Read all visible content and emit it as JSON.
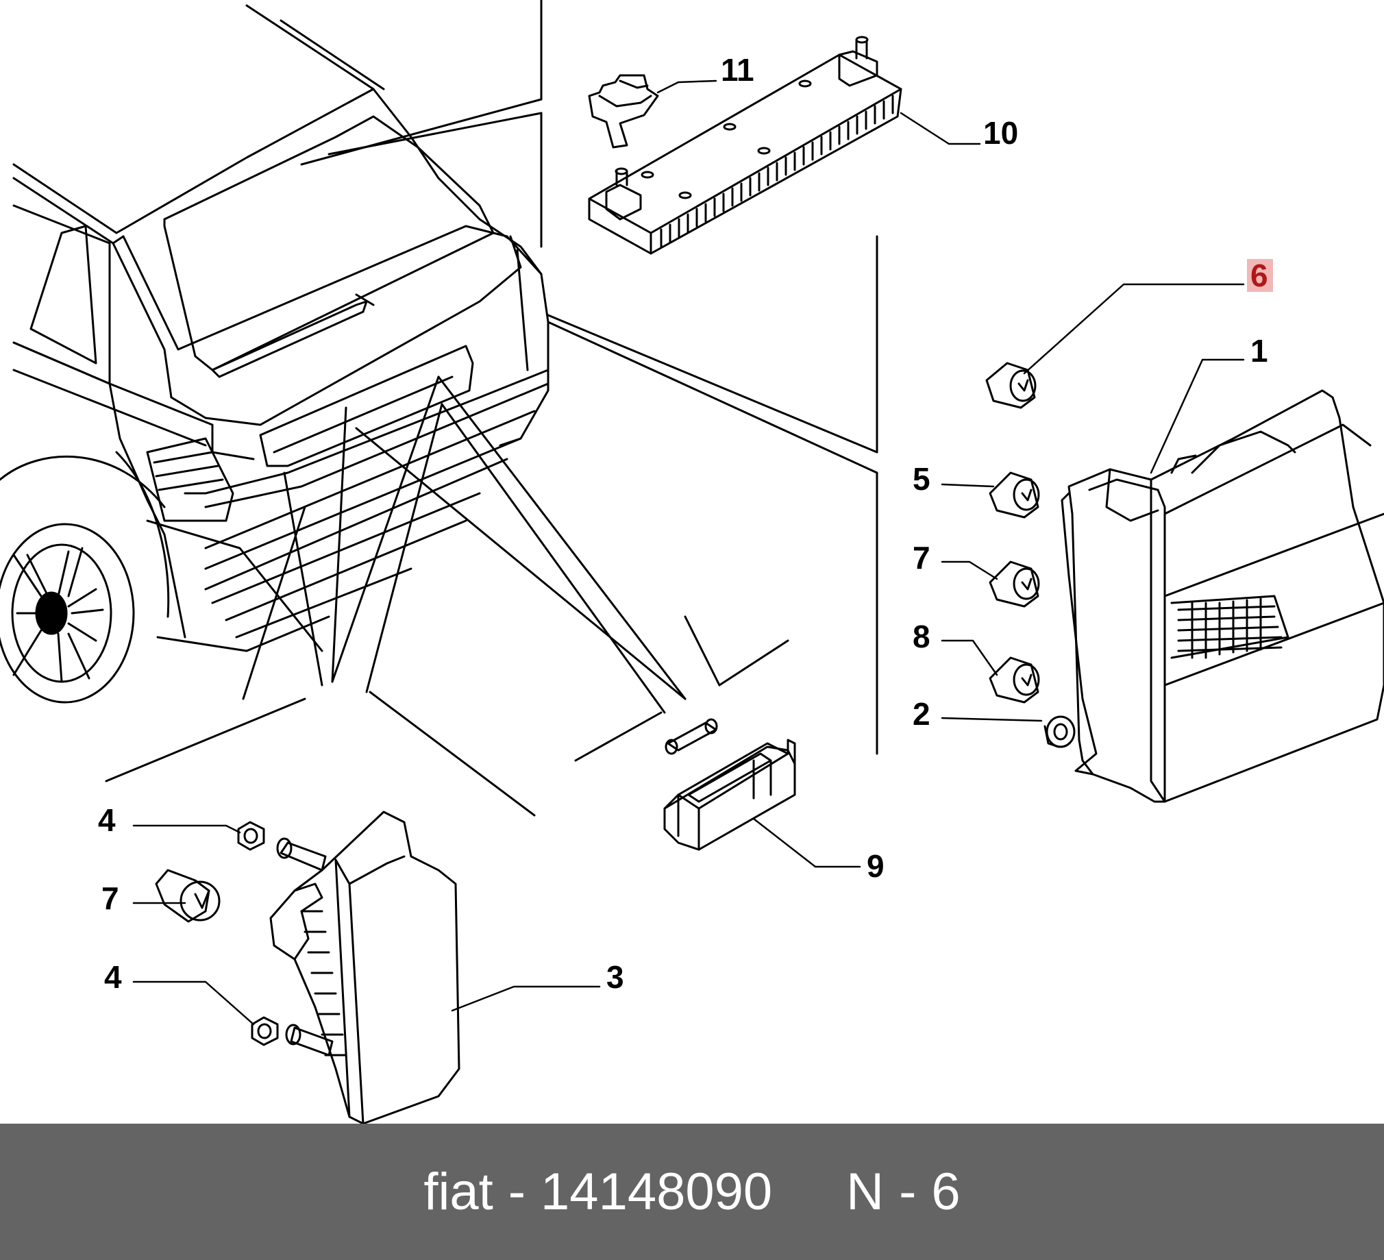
{
  "colors": {
    "line": "#000000",
    "background": "#ffffff",
    "footer_bg": "#646464",
    "footer_text": "#ffffff",
    "highlight_bg": "#f2b7b7",
    "highlight_text": "#b01818"
  },
  "callouts": {
    "c11": "11",
    "c10": "10",
    "c6": "6",
    "c1": "1",
    "c5": "5",
    "c7a": "7",
    "c8": "8",
    "c2": "2",
    "c9": "9",
    "c4a": "4",
    "c7b": "7",
    "c4b": "4",
    "c3": "3"
  },
  "highlighted_callout": "6",
  "footer": {
    "brand": "fiat",
    "separator": "-",
    "part_number": "14148090",
    "ref_letter": "N",
    "ref_number": "6"
  }
}
